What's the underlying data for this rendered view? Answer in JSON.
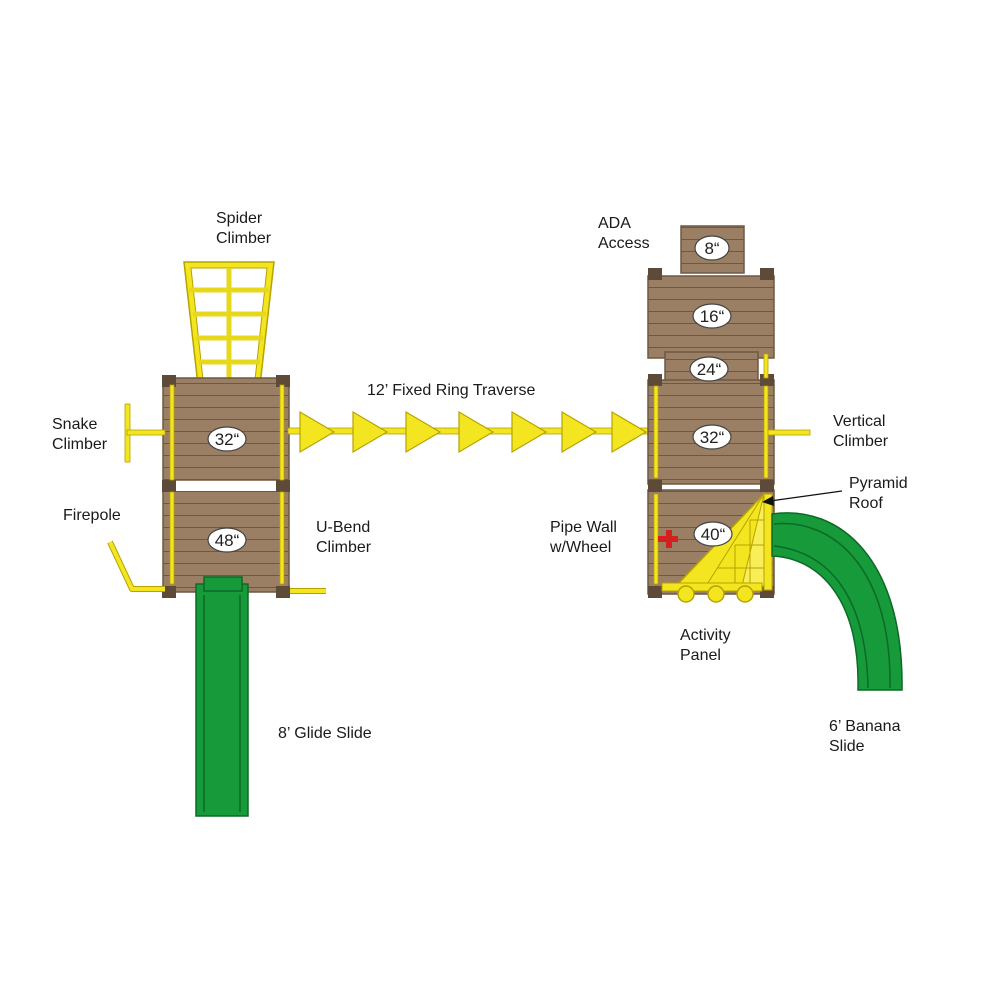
{
  "diagram": {
    "labels": {
      "spider_climber": [
        "Spider",
        "Climber"
      ],
      "snake_climber": [
        "Snake",
        "Climber"
      ],
      "firepole": [
        "Firepole"
      ],
      "ubend_climber": [
        "U-Bend",
        "Climber"
      ],
      "ring_traverse": [
        "12’ Fixed Ring Traverse"
      ],
      "glide_slide": [
        "8’ Glide Slide"
      ],
      "ada_access": [
        "ADA",
        "Access"
      ],
      "vertical_climber": [
        "Vertical",
        "Climber"
      ],
      "pyramid_roof": [
        "Pyramid",
        "Roof"
      ],
      "pipe_wall": [
        "Pipe Wall",
        "w/Wheel"
      ],
      "activity_panel": [
        "Activity",
        "Panel"
      ],
      "banana_slide": [
        "6’ Banana",
        "Slide"
      ]
    },
    "deck_heights": {
      "left_upper": "32“",
      "left_lower": "48“",
      "ada": "8“",
      "right_16": "16“",
      "right_24": "24“",
      "right_32": "32“",
      "right_40": "40“"
    },
    "colors": {
      "wood": "#9a7f65",
      "wood_line": "#6e5844",
      "post": "#5e4a39",
      "yellow": "#f3e620",
      "yellow_line": "#b7a200",
      "green": "#169a3a",
      "green_line": "#0c6a26"
    }
  }
}
